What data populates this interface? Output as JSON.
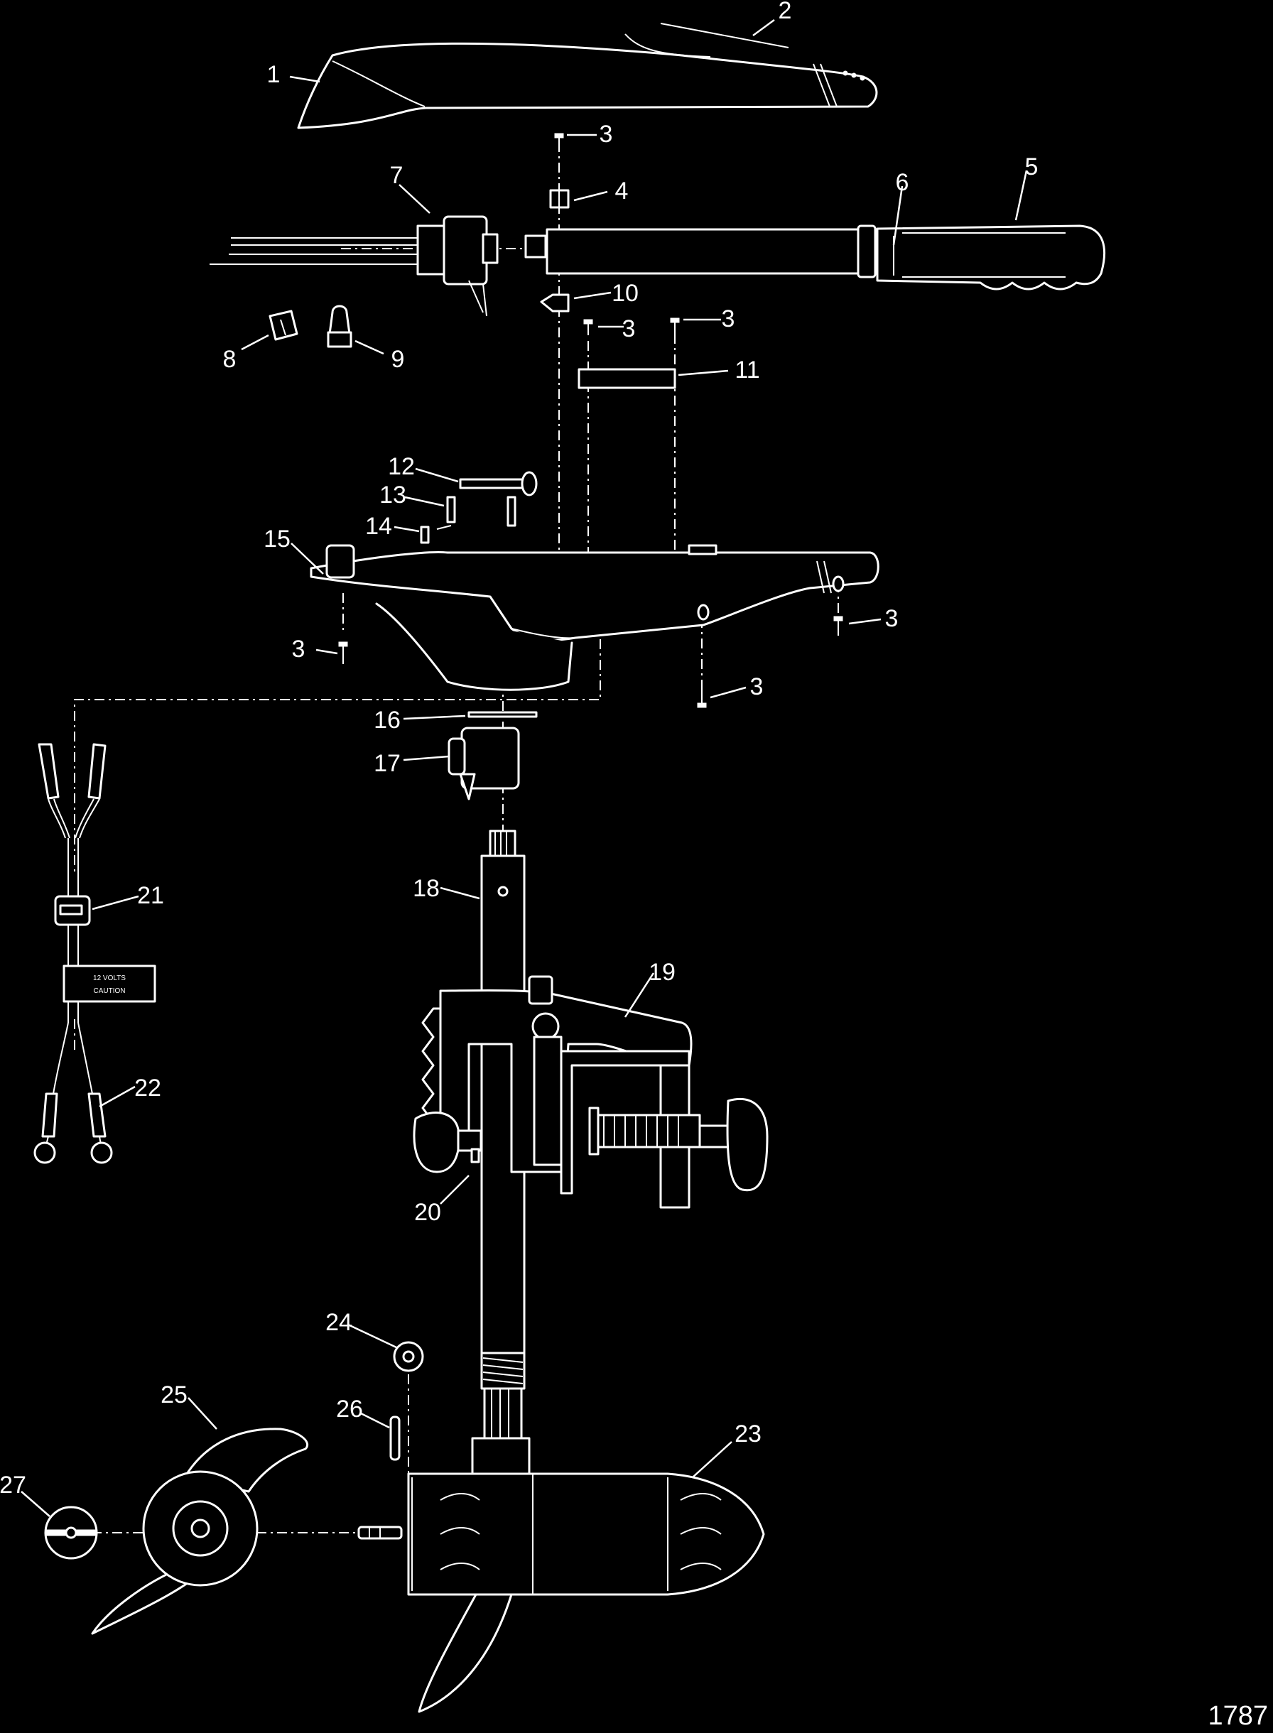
{
  "drawing_number": "1787",
  "callouts": [
    "1",
    "2",
    "3",
    "4",
    "5",
    "6",
    "7",
    "8",
    "9",
    "10",
    "11",
    "12",
    "13",
    "14",
    "15",
    "16",
    "17",
    "18",
    "19",
    "20",
    "21",
    "22",
    "23",
    "24",
    "25",
    "26",
    "27"
  ],
  "battery_decal": {
    "line1": "12 VOLTS",
    "line2": "CAUTION"
  }
}
